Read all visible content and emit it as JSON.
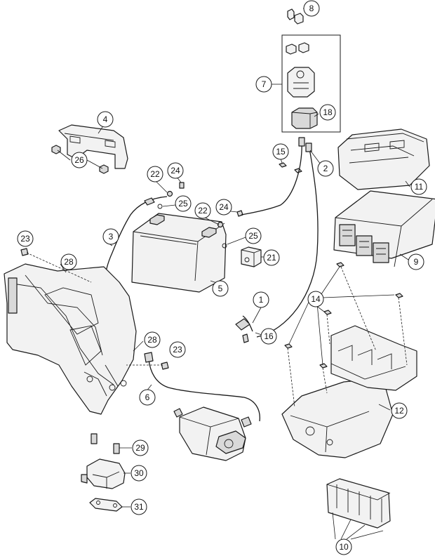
{
  "callouts": {
    "c1": "1",
    "c2": "2",
    "c3": "3",
    "c4": "4",
    "c5": "5",
    "c6": "6",
    "c7": "7",
    "c8": "8",
    "c9": "9",
    "c10": "10",
    "c11": "11",
    "c12": "12",
    "c14": "14",
    "c15": "15",
    "c16": "16",
    "c18": "18",
    "c21": "21",
    "c22a": "22",
    "c22b": "22",
    "c23a": "23",
    "c23b": "23",
    "c24a": "24",
    "c24b": "24",
    "c25a": "25",
    "c25b": "25",
    "c26": "26",
    "c28a": "28",
    "c28b": "28",
    "c29": "29",
    "c30": "30",
    "c31": "31"
  },
  "colors": {
    "line": "#1a1a1a",
    "fill": "#f2f2f2",
    "background": "#ffffff"
  }
}
